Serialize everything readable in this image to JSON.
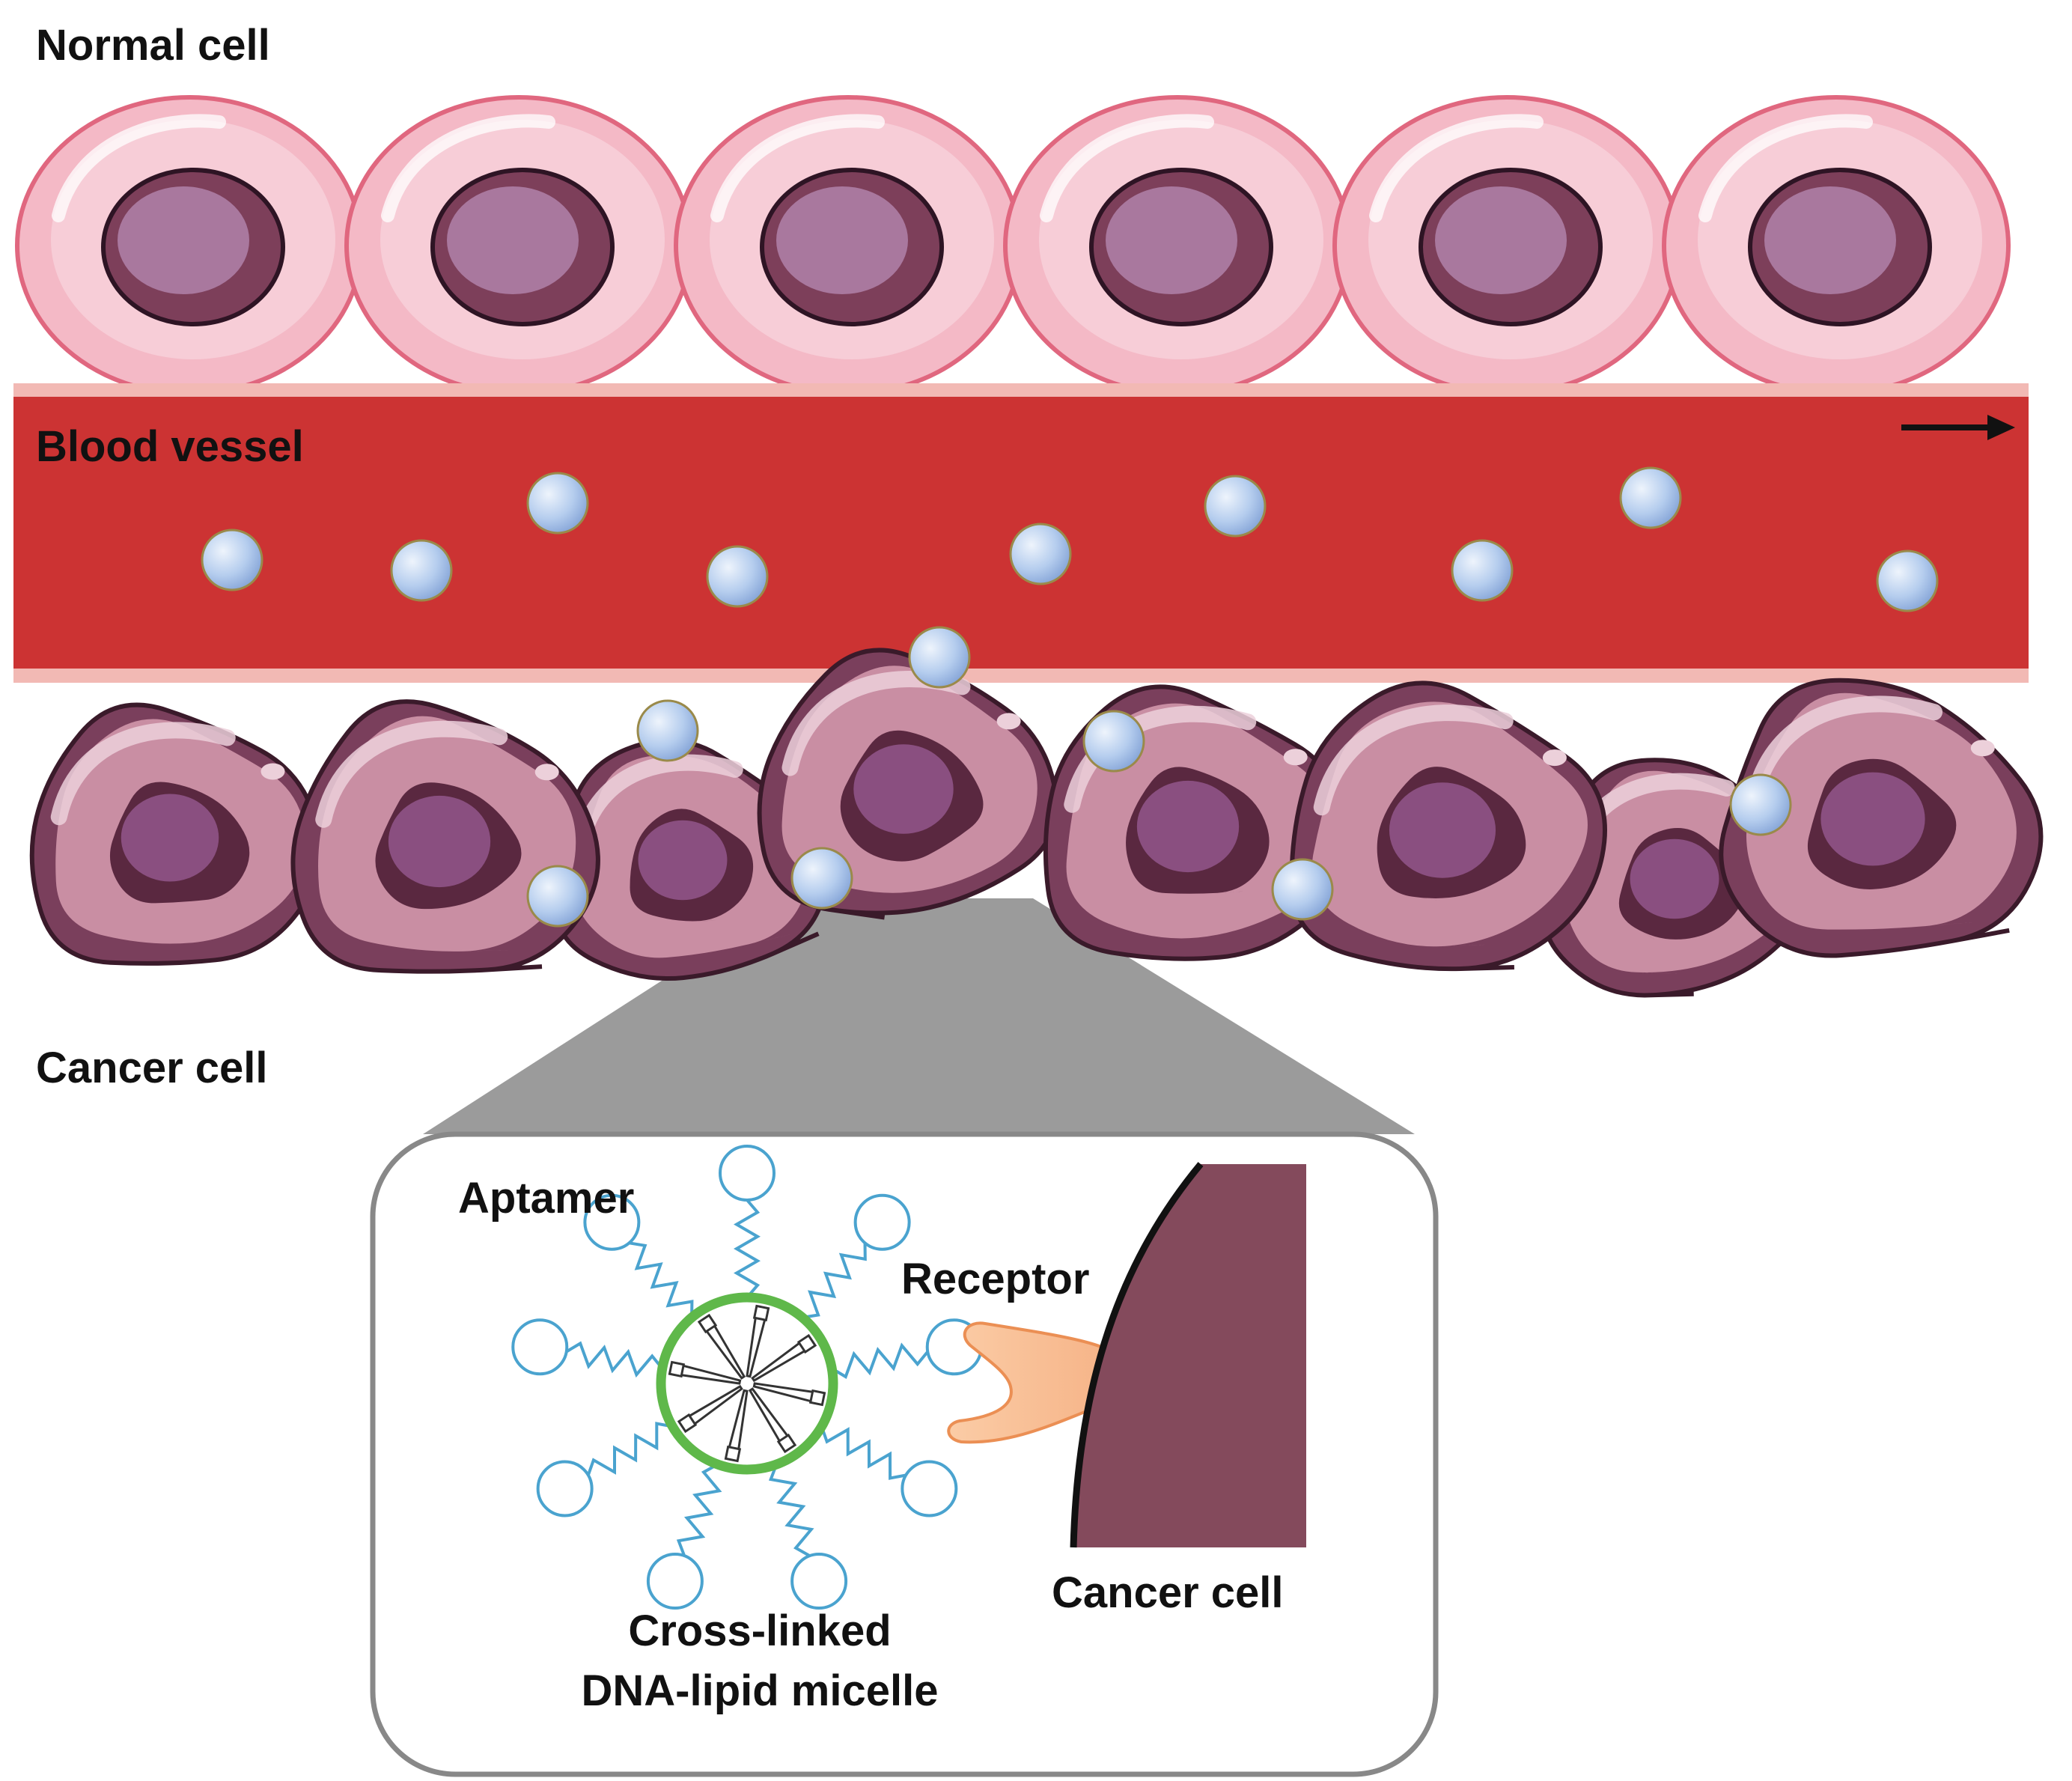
{
  "labels": {
    "normal_cell": "Normal cell",
    "blood_vessel": "Blood vessel",
    "cancer_cell_top": "Cancer cell",
    "aptamer": "Aptamer",
    "receptor": "Receptor",
    "cancer_cell_inset": "Cancer cell",
    "micelle_line1": "Cross-linked",
    "micelle_line2": "DNA-lipid micelle"
  },
  "colors": {
    "normal_cell_outline": "#e0677f",
    "normal_cell_body": "#f4b9c6",
    "normal_cell_inner": "#f7cdd7",
    "normal_nucleus_dark": "#7d3f5a",
    "normal_nucleus_light": "#a9789e",
    "vessel": "#cc3333",
    "vessel_edge": "#f2b9b4",
    "cancer_cell_outline": "#3a1a2a",
    "cancer_cell_rim": "#7a3f5c",
    "cancer_cell_body": "#c98ea3",
    "cancer_cell_highlight": "#ecd0da",
    "cancer_nucleus_dark": "#5a2840",
    "cancer_nucleus_light": "#8a4f80",
    "micelle_bead": "#a7c3e8",
    "micelle_shell": "#5fb84a",
    "aptamer_strand": "#4aa3cf",
    "receptor": "#f7b98c",
    "receptor_outline": "#eb8f54",
    "inset_cancer_cell": "#844a5c",
    "inset_border": "#888888",
    "funnel": "#9b9b9b"
  },
  "icons": {
    "flow_arrow": "right-arrow-icon"
  }
}
